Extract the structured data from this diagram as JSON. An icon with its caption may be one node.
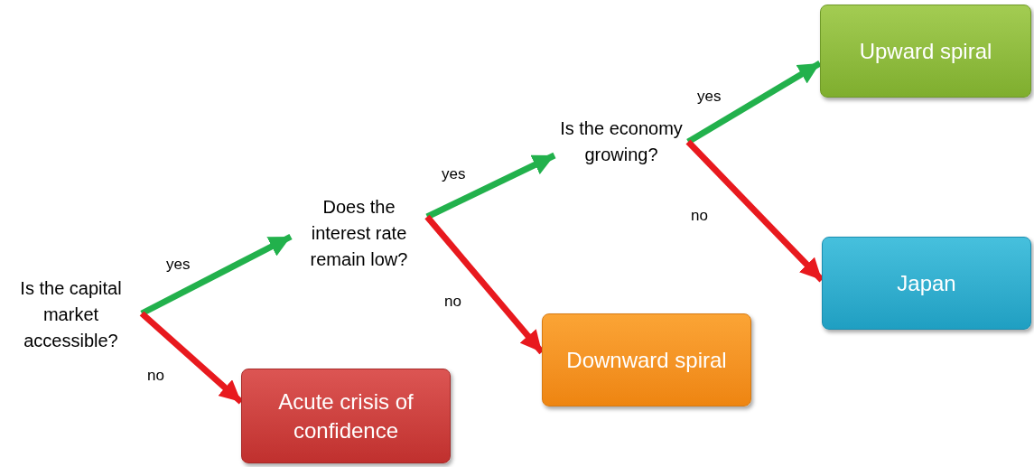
{
  "diagram": {
    "nodes": [
      {
        "text": [
          "Is the capital market accessible?"
        ]
      },
      {
        "text": [
          "Does the interest rate remain low?"
        ]
      },
      {
        "text": [
          "Is the economy growing?"
        ]
      },
      {
        "text": [
          "Upward spiral"
        ]
      },
      {
        "text": [
          "Japan"
        ]
      },
      {
        "text": [
          "Downward spiral"
        ]
      },
      {
        "text": [
          "Acute crisis of confidence"
        ]
      }
    ],
    "edges": [
      {
        "from": 0,
        "to": 1,
        "arrow": "to",
        "label": "yes",
        "color": "#22b14c"
      },
      {
        "from": 0,
        "to": 6,
        "arrow": "to",
        "label": "no",
        "color": "#e8191e"
      },
      {
        "from": 1,
        "to": 2,
        "arrow": "to",
        "label": "yes",
        "color": "#22b14c"
      },
      {
        "from": 1,
        "to": 5,
        "arrow": "to",
        "label": "no",
        "color": "#e8191e"
      },
      {
        "from": 2,
        "to": 3,
        "arrow": "to",
        "label": "yes",
        "color": "#22b14c"
      },
      {
        "from": 2,
        "to": 4,
        "arrow": "to",
        "label": "no",
        "color": "#e8191e"
      }
    ]
  }
}
